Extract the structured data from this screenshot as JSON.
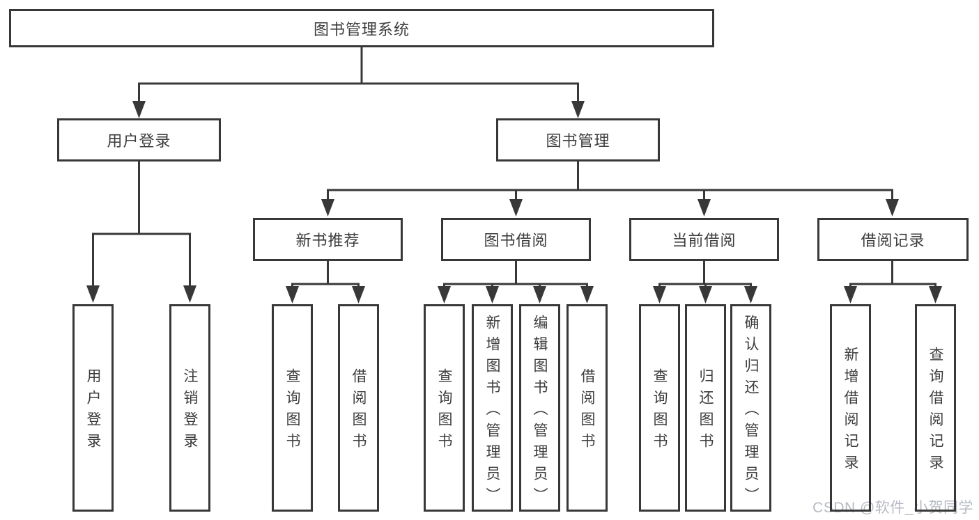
{
  "diagram": {
    "root": {
      "label": "图书管理系统"
    },
    "branches": [
      {
        "label": "用户登录",
        "children": [
          {
            "label": "用户登录"
          },
          {
            "label": "注销登录"
          }
        ]
      },
      {
        "label": "图书管理",
        "children": [
          {
            "label": "新书推荐",
            "children": [
              {
                "label": "查询图书"
              },
              {
                "label": "借阅图书"
              }
            ]
          },
          {
            "label": "图书借阅",
            "children": [
              {
                "label": "查询图书"
              },
              {
                "label": "新增图书（管理员）"
              },
              {
                "label": "编辑图书（管理员）"
              },
              {
                "label": "借阅图书"
              }
            ]
          },
          {
            "label": "当前借阅",
            "children": [
              {
                "label": "查询图书"
              },
              {
                "label": "归还图书"
              },
              {
                "label": "确认归还（管理员）"
              }
            ]
          },
          {
            "label": "借阅记录",
            "children": [
              {
                "label": "新增借阅记录"
              },
              {
                "label": "查询借阅记录"
              }
            ]
          }
        ]
      }
    ]
  },
  "watermark": {
    "text": "CSDN @软件_小贺同学",
    "color": "#b6bac1"
  },
  "colors": {
    "line": "#383838",
    "text": "#3d3d3d",
    "background": "#ffffff"
  }
}
